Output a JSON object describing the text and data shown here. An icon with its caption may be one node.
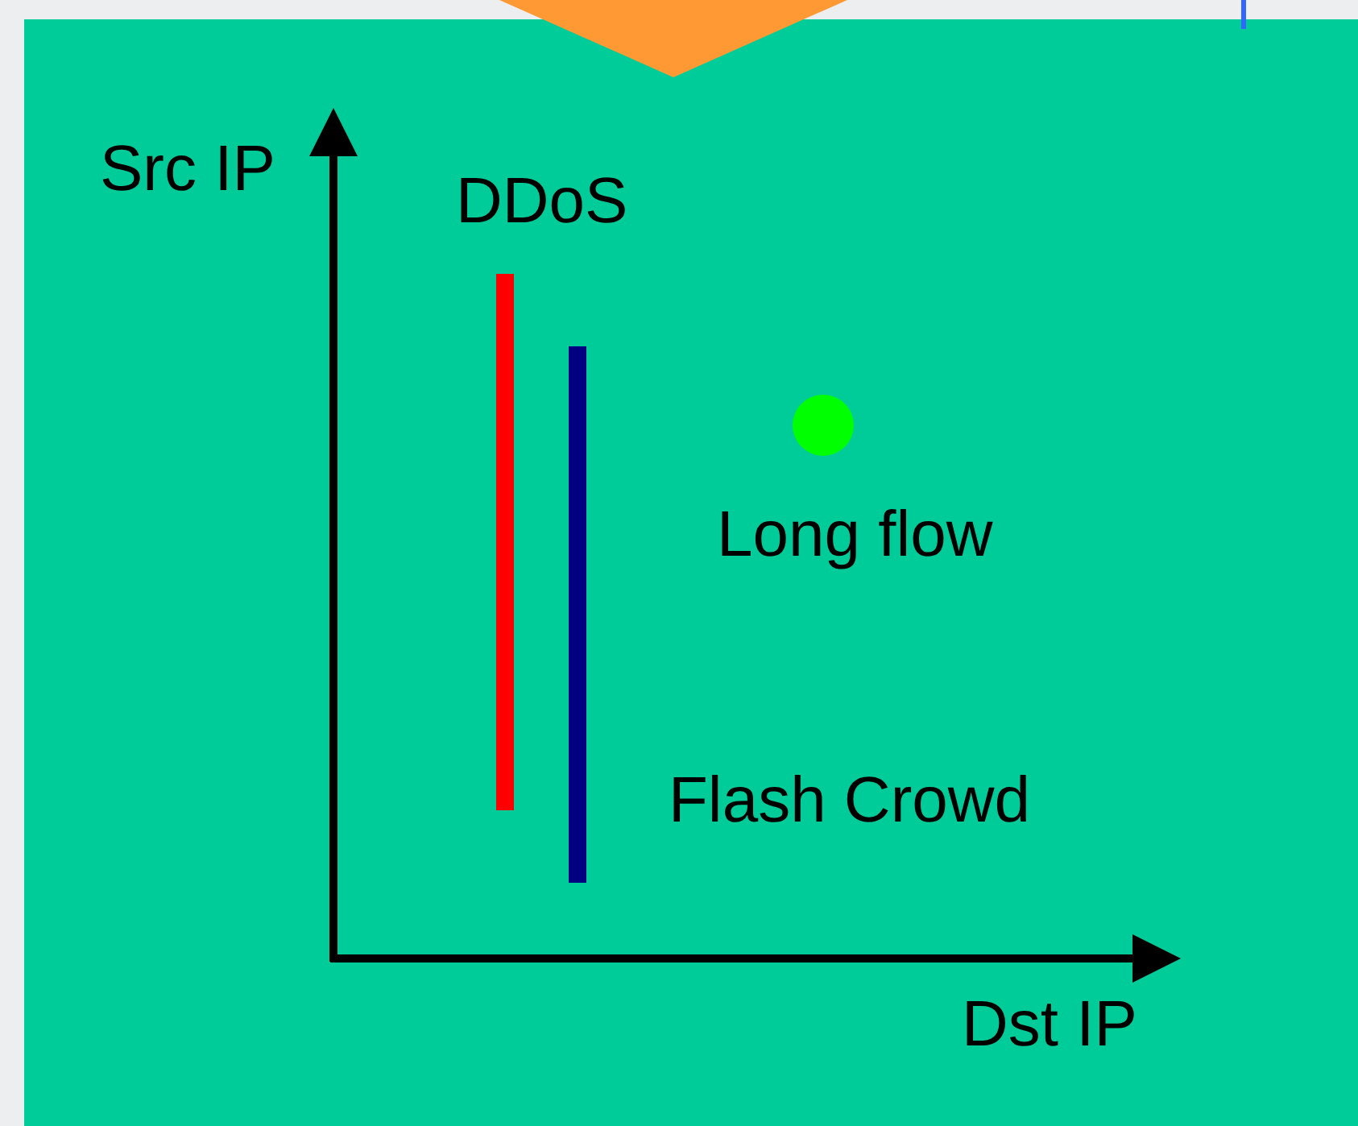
{
  "diagram": {
    "nodes": [
      {
        "text": [],
        "shape": "chevron"
      }
    ],
    "labels": [
      "Src IP",
      "DDoS",
      "Long flow",
      "Flash Crowd",
      "Dst IP"
    ]
  }
}
